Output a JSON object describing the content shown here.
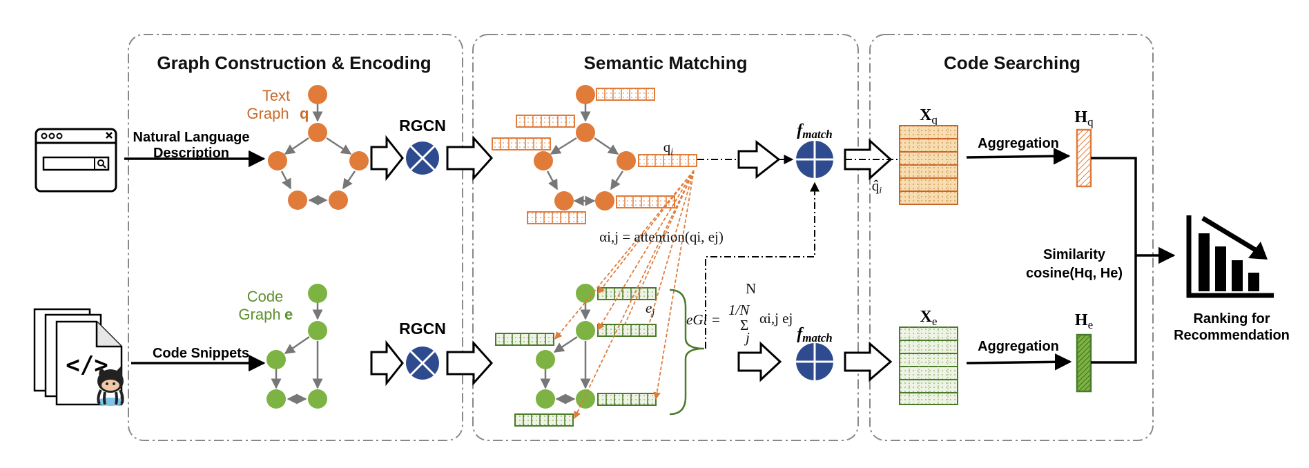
{
  "panels": {
    "graph_construction": "Graph Construction & Encoding",
    "semantic_matching": "Semantic Matching",
    "code_searching": "Code Searching"
  },
  "inputs": {
    "natural_language_line1": "Natural Language",
    "natural_language_line2": "Description",
    "code_snippets": "Code Snippets",
    "code_glyph": "</>"
  },
  "graphs": {
    "text_graph_line1": "Text",
    "text_graph_line2": "Graph",
    "text_graph_var": "q",
    "code_graph_line1": "Code",
    "code_graph_line2": "Graph",
    "code_graph_var": "e"
  },
  "encoders": {
    "top": "RGCN",
    "bottom": "RGCN"
  },
  "matching": {
    "qi_label": "q",
    "qi_sub": "i",
    "ej_label": "e",
    "ej_sub": "j",
    "attention_formula": "αi,j = attention(qi, ej)",
    "eg_formula_lhs": "eGi =",
    "eg_formula_frac": "1/N",
    "eg_formula_sum": "Σ",
    "eg_formula_sum_top": "N",
    "eg_formula_sum_bottom": "j",
    "eg_formula_rhs": "αi,j ej",
    "fmatch_top": "f",
    "fmatch_top_sub": "match",
    "fmatch_bottom": "f",
    "fmatch_bottom_sub": "match",
    "qhat_label": "q̂",
    "qhat_sub": "i"
  },
  "searching": {
    "xq": "X",
    "xq_sub": "q",
    "xe": "X",
    "xe_sub": "e",
    "hq": "H",
    "hq_sub": "q",
    "he": "H",
    "he_sub": "e",
    "aggregation_top": "Aggregation",
    "aggregation_bottom": "Aggregation",
    "similarity_line1": "Similarity",
    "similarity_line2": "cosine(Hq, He)",
    "ranking_line1": "Ranking for",
    "ranking_line2": "Recommendation"
  },
  "colors": {
    "orange": "#e07b39",
    "orange_text": "#c96b2c",
    "green": "#7cb342",
    "green_dark": "#4a7a2a",
    "blue": "#2f4b8f",
    "panel_border": "#888888"
  }
}
